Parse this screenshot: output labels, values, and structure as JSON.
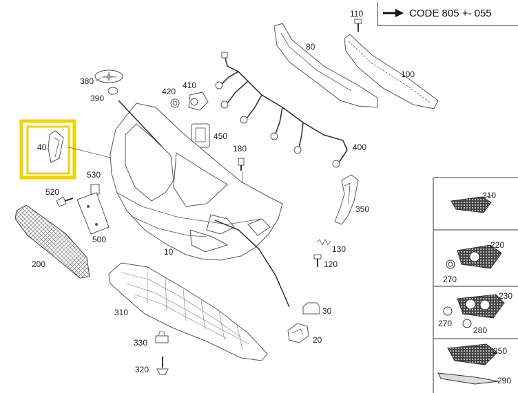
{
  "header": {
    "code_label": "CODE 805 +- 055",
    "arrow_icon": "right-arrow-icon"
  },
  "highlight": {
    "part": "40",
    "color": "#f2d100"
  },
  "labels": {
    "p110": "110",
    "p80": "80",
    "p100": "100",
    "p380": "380",
    "p390": "390",
    "p420": "420",
    "p410": "410",
    "p450": "450",
    "p180": "180",
    "p400": "400",
    "p40": "40",
    "p530": "530",
    "p520": "520",
    "p500": "500",
    "p350": "350",
    "p10": "10",
    "p200": "200",
    "p130": "130",
    "p120": "120",
    "p310": "310",
    "p30": "30",
    "p20": "20",
    "p330": "330",
    "p320": "320"
  },
  "variants": [
    {
      "labels": [
        "210"
      ]
    },
    {
      "labels": [
        "220",
        "270"
      ]
    },
    {
      "labels": [
        "230",
        "270",
        "280"
      ]
    },
    {
      "labels": [
        "250",
        "290"
      ]
    }
  ]
}
